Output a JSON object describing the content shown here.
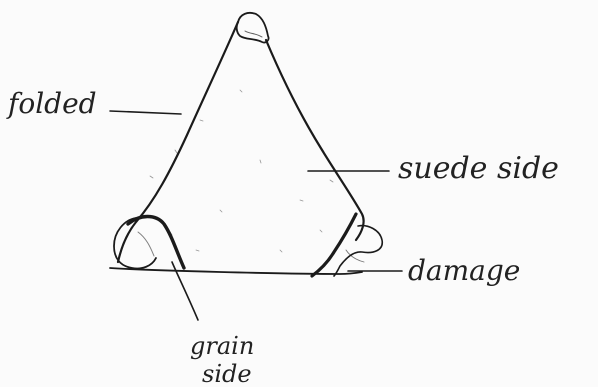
{
  "labels": {
    "folded": "folded",
    "suede_side": "suede side",
    "damage": "damage",
    "grain_side_line1": "grain",
    "grain_side_line2": "side"
  },
  "colors": {
    "ink": "#1b1b1b",
    "paper": "#fbfbfb"
  }
}
